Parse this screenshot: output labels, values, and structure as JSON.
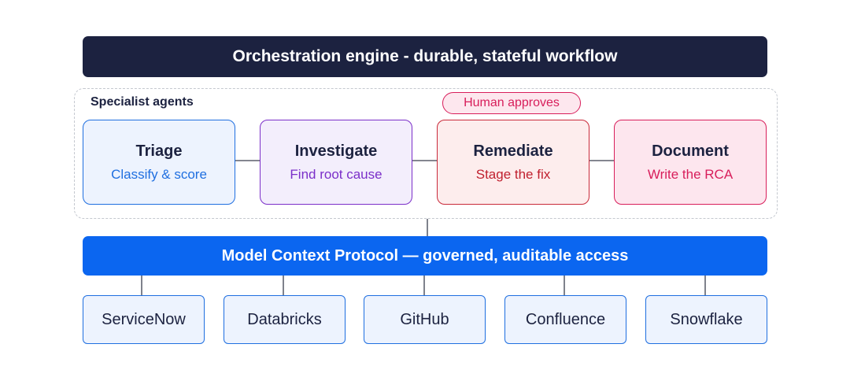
{
  "orchestration": {
    "label": "Orchestration engine - durable, stateful workflow",
    "color": "#1c2240"
  },
  "agents_group": {
    "label": "Specialist agents",
    "approval_badge": "Human approves",
    "agents": [
      {
        "title": "Triage",
        "subtitle": "Classify & score",
        "accent": "#1f6fe0"
      },
      {
        "title": "Investigate",
        "subtitle": "Find root cause",
        "accent": "#7b2fc9"
      },
      {
        "title": "Remediate",
        "subtitle": "Stage the fix",
        "accent": "#c92a3a"
      },
      {
        "title": "Document",
        "subtitle": "Write the RCA",
        "accent": "#d81e5b"
      }
    ]
  },
  "mcp": {
    "label": "Model Context Protocol — governed, auditable access",
    "color": "#0b66f0"
  },
  "tools": [
    {
      "label": "ServiceNow"
    },
    {
      "label": "Databricks"
    },
    {
      "label": "GitHub"
    },
    {
      "label": "Confluence"
    },
    {
      "label": "Snowflake"
    }
  ]
}
